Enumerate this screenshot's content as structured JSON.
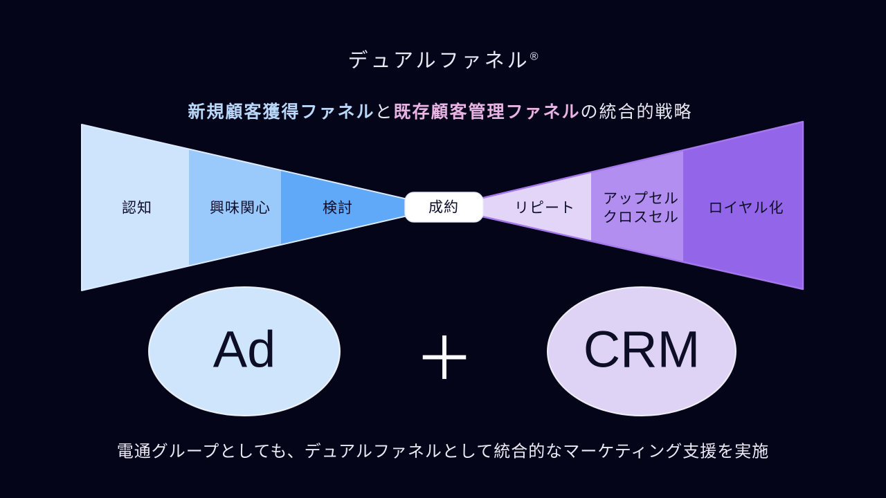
{
  "title": {
    "text": "デュアルファネル",
    "mark": "®"
  },
  "subtitle": {
    "acquisition": "新規顧客獲得ファネル",
    "connector": "と",
    "retention": "既存顧客管理ファネル",
    "suffix": "の統合的戦略",
    "acquisition_color": "#b9d8f9",
    "retention_color": "#e9b3e4"
  },
  "funnel_left": {
    "name": "新規顧客獲得ファネル",
    "outline_color": "#dcebfd",
    "stages": [
      {
        "label": "認知",
        "color": "#cde4fc"
      },
      {
        "label": "興味関心",
        "color": "#9acafb"
      },
      {
        "label": "検討",
        "color": "#60a9f8"
      }
    ]
  },
  "conversion": {
    "label": "成約",
    "bg": "#ffffff"
  },
  "funnel_right": {
    "name": "既存顧客管理ファネル",
    "outline_color": "#a678ec",
    "stages": [
      {
        "label": "リピート",
        "color": "#e3d5f8"
      },
      {
        "label_lines": [
          "アップセル",
          "クロスセル"
        ],
        "color": "#b28ef0"
      },
      {
        "label": "ロイヤル化",
        "color": "#9365e9"
      }
    ]
  },
  "ad_oval": {
    "label": "Ad",
    "color": "#cfe5fc"
  },
  "plus": "＋",
  "crm_oval": {
    "label": "CRM",
    "color": "#ded2f5"
  },
  "footer": "電通グループとしても、デュアルファネルとして統合的なマーケティング支援を実施",
  "colors": {
    "background": "#05051a",
    "text_dark": "#0e0e2a",
    "text_light": "#e8e8f2"
  }
}
